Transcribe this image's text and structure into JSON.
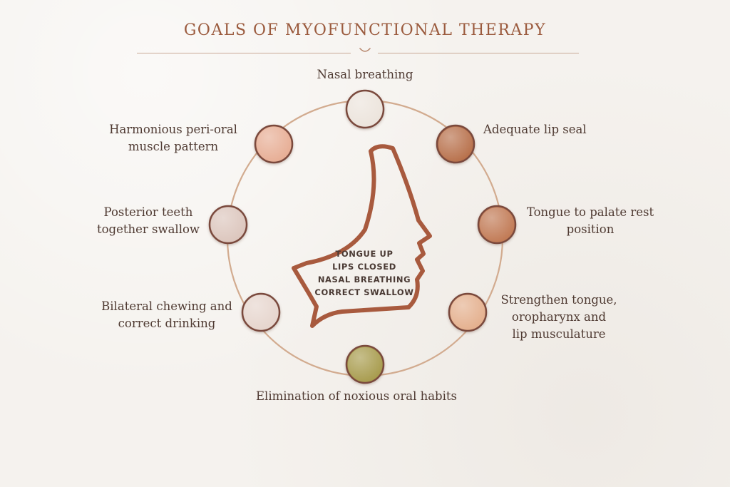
{
  "title": "GOALS OF MYOFUNCTIONAL THERAPY",
  "colors": {
    "accent": "#9b5b3e",
    "ring": "#d2ab8f",
    "node_border": "#7a4a3c",
    "text": "#4f3a32",
    "background": "#f5f2ee"
  },
  "center": {
    "lines": [
      "TONGUE UP",
      "LIPS CLOSED",
      "NASAL BREATHING",
      "CORRECT SWALLOW"
    ]
  },
  "goals": [
    {
      "lines": [
        "Nasal breathing"
      ],
      "fill": "#ece4dc"
    },
    {
      "lines": [
        "Adequate lip seal"
      ],
      "fill": "#b8714c"
    },
    {
      "lines": [
        "Tongue to palate rest",
        "position"
      ],
      "fill": "#c17a55"
    },
    {
      "lines": [
        "Strengthen tongue,",
        "oropharynx and",
        "lip musculature"
      ],
      "fill": "#e4b08e"
    },
    {
      "lines": [
        "Elimination of noxious oral habits"
      ],
      "fill": "#a89c4e"
    },
    {
      "lines": [
        "Bilateral chewing and",
        "correct drinking"
      ],
      "fill": "#e6d5cd"
    },
    {
      "lines": [
        "Posterior teeth",
        "together swallow"
      ],
      "fill": "#dcc6bd"
    },
    {
      "lines": [
        "Harmonious peri-oral",
        "muscle pattern"
      ],
      "fill": "#e7ae95"
    }
  ]
}
